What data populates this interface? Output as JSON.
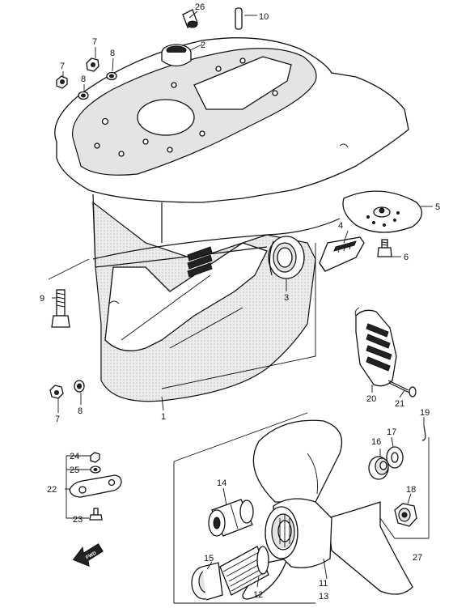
{
  "labels": {
    "p1": "1",
    "p2": "2",
    "p3": "3",
    "p4": "4",
    "p5": "5",
    "p6": "6",
    "p7a": "7",
    "p7b": "7",
    "p7c": "7",
    "p8a": "8",
    "p8b": "8",
    "p8c": "8",
    "p9": "9",
    "p10": "10",
    "p11": "11",
    "p12": "12",
    "p13": "13",
    "p14": "14",
    "p15": "15",
    "p16": "16",
    "p17": "17",
    "p18": "18",
    "p19": "19",
    "p20": "20",
    "p21": "21",
    "p22": "22",
    "p23": "23",
    "p24": "24",
    "p25": "25",
    "p26": "26",
    "p27": "27"
  },
  "fwd_mark": "FWD"
}
